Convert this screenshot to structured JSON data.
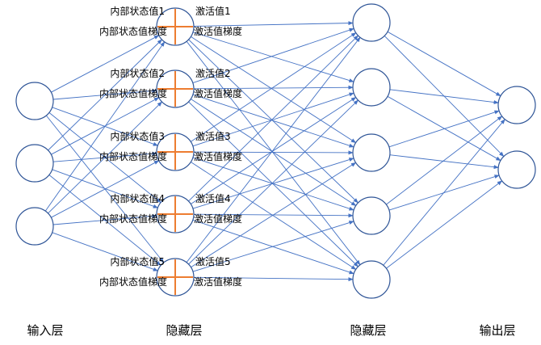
{
  "colors": {
    "edge": "#4472C4",
    "node_stroke": "#2F5597",
    "cross": "#ED7D31",
    "text": "#000000",
    "background": "#FFFFFF"
  },
  "layers": [
    {
      "id": "input",
      "label": "输入层",
      "count": 3
    },
    {
      "id": "hidden1",
      "label": "隐藏层",
      "count": 5
    },
    {
      "id": "hidden2",
      "label": "隐藏层",
      "count": 5
    },
    {
      "id": "output",
      "label": "输出层",
      "count": 2
    }
  ],
  "hidden1_nodes": [
    {
      "internal": "内部状态值1",
      "internal_grad": "内部状态值梯度",
      "activation": "激活值1",
      "activation_grad": "激活值梯度"
    },
    {
      "internal": "内部状态值2",
      "internal_grad": "内部状态值梯度",
      "activation": "激活值2",
      "activation_grad": "激活值梯度"
    },
    {
      "internal": "内部状态值3",
      "internal_grad": "内部状态值梯度",
      "activation": "激活值3",
      "activation_grad": "激活值梯度"
    },
    {
      "internal": "内部状态值4",
      "internal_grad": "内部状态值梯度",
      "activation": "激活值4",
      "activation_grad": "激活值梯度"
    },
    {
      "internal": "内部状态值5",
      "internal_grad": "内部状态值梯度",
      "activation": "激活值5",
      "activation_grad": "激活值梯度"
    }
  ]
}
